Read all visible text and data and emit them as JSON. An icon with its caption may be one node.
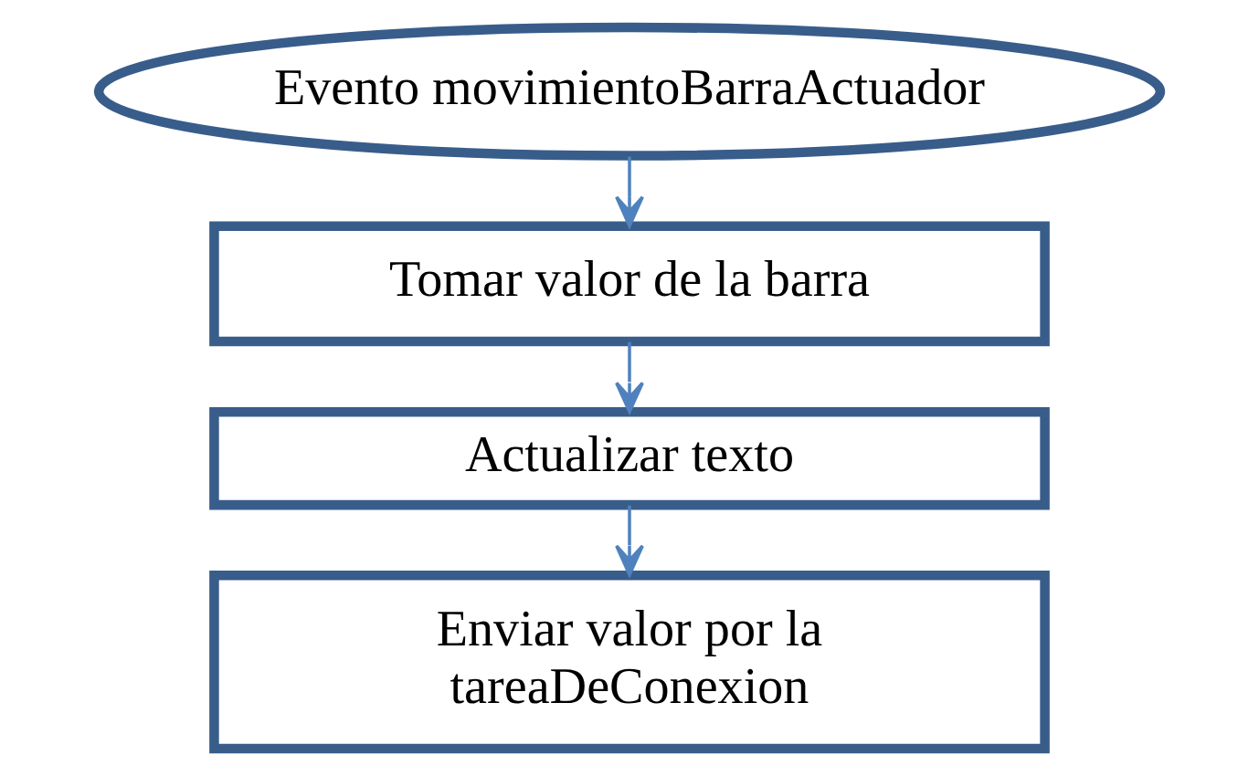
{
  "diagram": {
    "nodes": [
      {
        "text": [
          "Evento movimientoBarraActuador"
        ]
      },
      {
        "text": [
          "Tomar valor de la barra"
        ]
      },
      {
        "text": [
          "Actualizar texto"
        ]
      },
      {
        "text": [
          "Enviar valor por la tareaDeConexion"
        ]
      }
    ],
    "edges": [
      {
        "from": 0,
        "to": 1,
        "arrow": "to"
      },
      {
        "from": 1,
        "to": 2,
        "arrow": "to"
      },
      {
        "from": 2,
        "to": 3,
        "arrow": "to"
      }
    ]
  }
}
